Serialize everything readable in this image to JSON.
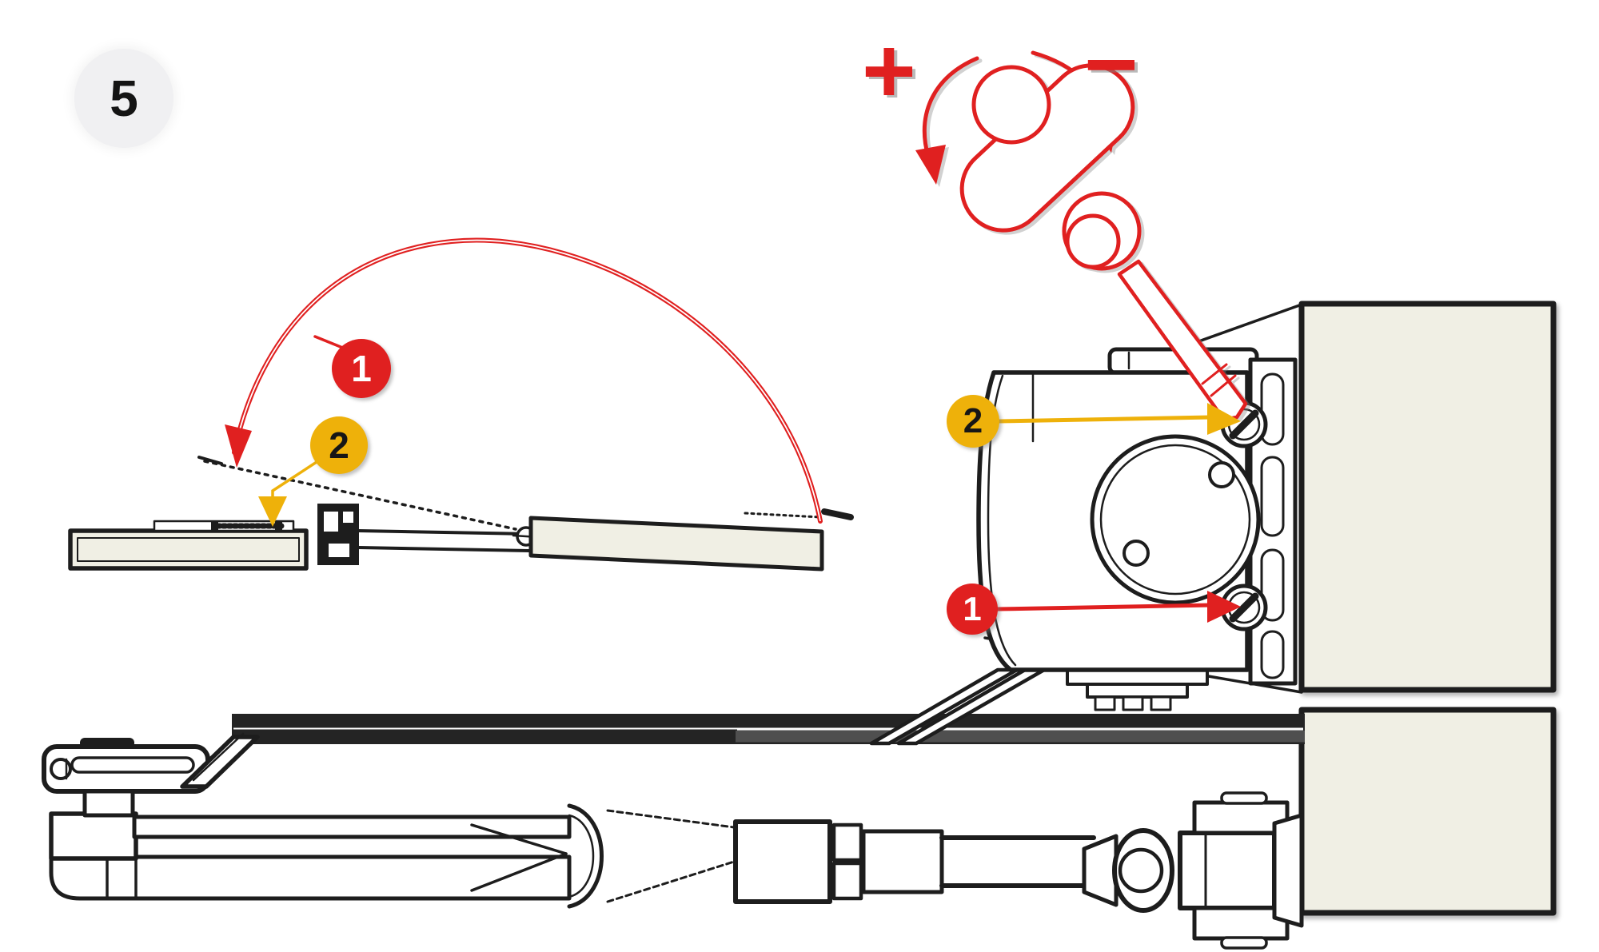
{
  "step_badge": {
    "label": "5"
  },
  "swing_diagram": {
    "badge_1": "1",
    "badge_2": "2"
  },
  "valve_diagram": {
    "badge_1": "1",
    "badge_2": "2",
    "plus_symbol": "+",
    "minus_symbol": "−"
  },
  "colors": {
    "accent_red": "#e02020",
    "accent_yellow": "#eeb10a",
    "line_black": "#1d1d1d",
    "panel_beige": "#f0efe4",
    "step_circle_gray": "#f0f0f2",
    "rail_dark": "#242424",
    "rail_gray": "#4f4f4f"
  }
}
